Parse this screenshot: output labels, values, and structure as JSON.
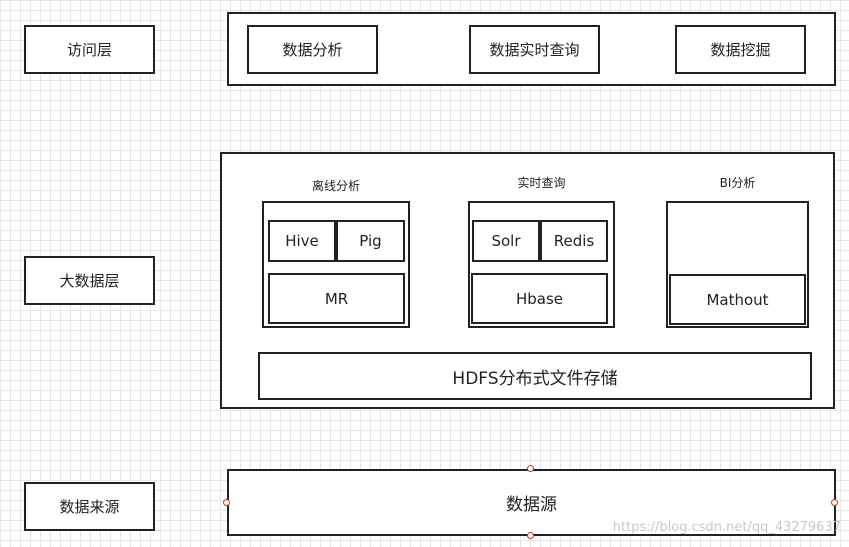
{
  "layers": {
    "access": "访问层",
    "bigdata": "大数据层",
    "source": "数据来源"
  },
  "access": {
    "items": [
      "数据分析",
      "数据实时查询",
      "数据挖掘"
    ]
  },
  "bigdata": {
    "offline": {
      "title": "离线分析",
      "hive": "Hive",
      "pig": "Pig",
      "mr": "MR"
    },
    "realtime": {
      "title": "实时查询",
      "solr": "Solr",
      "redis": "Redis",
      "hbase": "Hbase"
    },
    "bi": {
      "title": "BI分析",
      "mathout": "Mathout"
    },
    "hdfs": "HDFS分布式文件存储"
  },
  "source": {
    "label": "数据源"
  },
  "watermark": "https://blog.csdn.net/qq_43279637"
}
